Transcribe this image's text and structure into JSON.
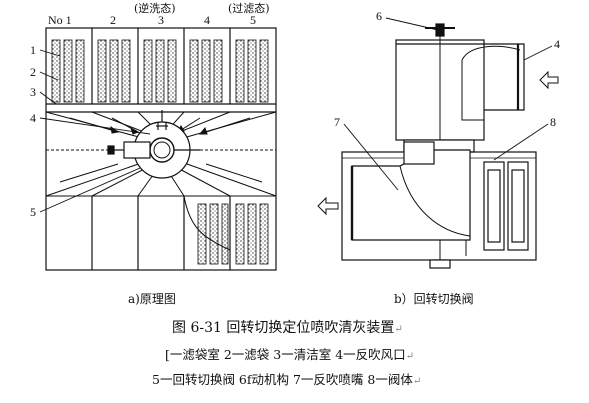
{
  "figure": {
    "left_panel": {
      "col_labels": [
        "No 1",
        "2",
        "3",
        "4",
        "5"
      ],
      "state_labels": [
        "(逆洗态)",
        "(过滤态)"
      ],
      "callouts": [
        "1",
        "2",
        "3",
        "4",
        "5"
      ],
      "caption": "a)原理图"
    },
    "right_panel": {
      "callouts": [
        "6",
        "4",
        "7",
        "8"
      ],
      "caption": "b）回转切换阀"
    },
    "title": "图 6-31 回转切换定位喷吹清灰装置",
    "legend_line1": "[一滤袋室 2一滤袋 3一清洁室 4一反吹风口",
    "legend_line2": "5一回转切换阀 6f动机构 7一反吹喷嘴 8一阀体",
    "return_mark": "↵"
  }
}
